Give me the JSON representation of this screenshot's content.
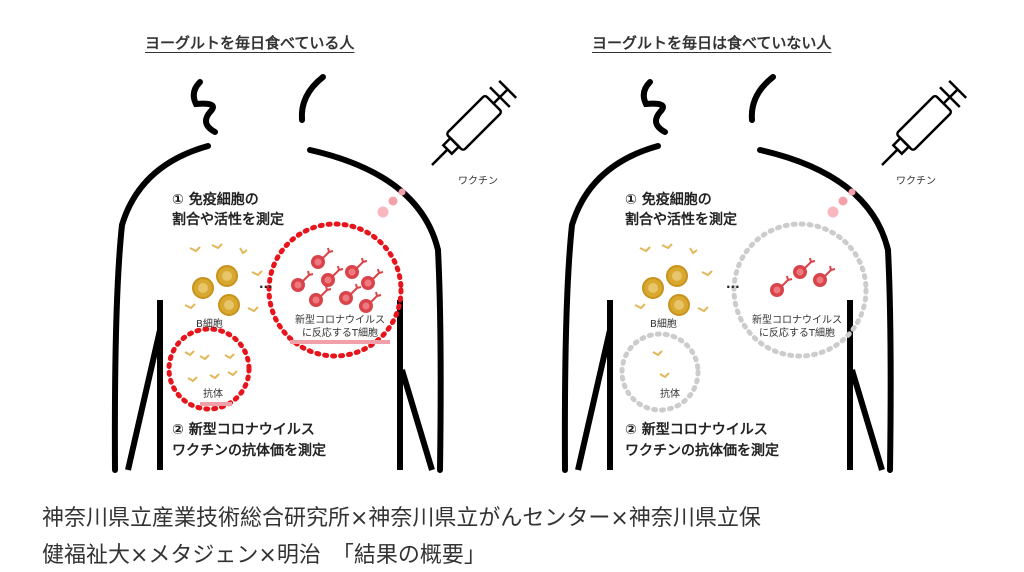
{
  "left_panel": {
    "title": "ヨーグルトを毎日食べている人",
    "vaccine_label": "ワクチン",
    "step1_line1": "① 免疫細胞の",
    "step1_line2": "割合や活性を測定",
    "b_cell_label": "B細胞",
    "t_cell_line1": "新型コロナウイルス",
    "t_cell_line2": "に反応するT細胞",
    "antibody_label": "抗体",
    "step2_line1": "② 新型コロナウイルス",
    "step2_line2": "ワクチンの抗体価を測定",
    "ellipsis": "..."
  },
  "right_panel": {
    "title": "ヨーグルトを毎日は食べていない人",
    "vaccine_label": "ワクチン",
    "step1_line1": "① 免疫細胞の",
    "step1_line2": "割合や活性を測定",
    "b_cell_label": "B細胞",
    "t_cell_line1": "新型コロナウイルス",
    "t_cell_line2": "に反応するT細胞",
    "antibody_label": "抗体",
    "step2_line1": "② 新型コロナウイルス",
    "step2_line2": "ワクチンの抗体価を測定",
    "ellipsis": "..."
  },
  "caption": {
    "line1": "神奈川県立産業技術総合研究所×神奈川県立がんセンター×神奈川県立保",
    "line2": "健福祉大×メタジェン×明治　「結果の概要」"
  },
  "colors": {
    "highlight_circle": "#e8141b",
    "muted_circle": "#cccccc",
    "b_cell": "#d9a82e",
    "t_cell": "#d9434a",
    "underline": "#f0a0a8"
  }
}
